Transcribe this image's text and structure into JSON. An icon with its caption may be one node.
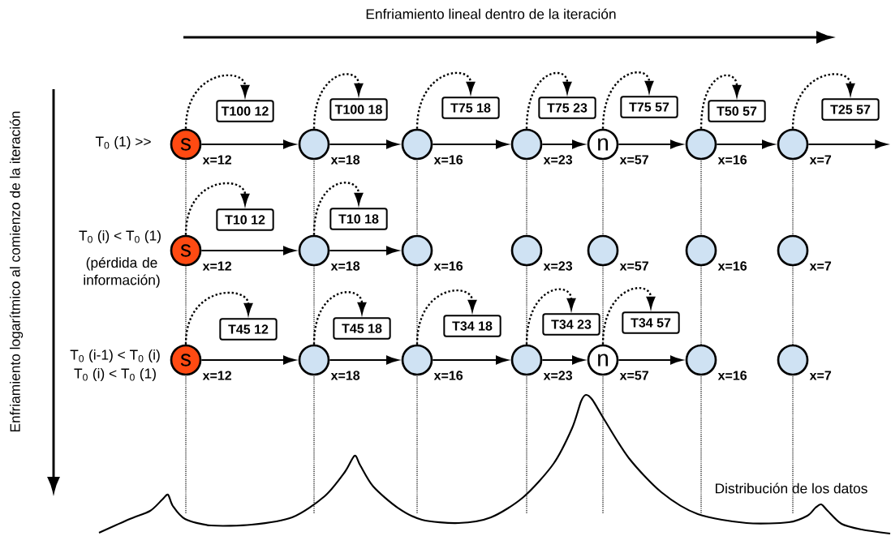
{
  "diagram": {
    "nodes": [
      {
        "text": [
          "T100 12"
        ]
      },
      {
        "text": [
          "T100 18"
        ]
      },
      {
        "text": [
          "T75 18"
        ]
      },
      {
        "text": [
          "T75 23"
        ]
      },
      {
        "text": [
          "T75 57"
        ]
      },
      {
        "text": [
          "T50 57"
        ]
      },
      {
        "text": [
          "T25 57"
        ]
      },
      {
        "text": [
          "s"
        ],
        "beside": [
          "x=12"
        ]
      },
      {
        "text": [],
        "shape": "circle",
        "beside": [
          "x=18"
        ]
      },
      {
        "text": [],
        "shape": "circle",
        "beside": [
          "x=16"
        ]
      },
      {
        "text": [],
        "shape": "circle",
        "beside": [
          "x=23"
        ]
      },
      {
        "text": [
          "n"
        ],
        "beside": [
          "x=57"
        ]
      },
      {
        "text": [],
        "shape": "circle",
        "beside": [
          "x=16"
        ]
      },
      {
        "text": [],
        "shape": "circle",
        "beside": [
          "x=7"
        ]
      },
      {
        "text": [
          "T10 12"
        ]
      },
      {
        "text": [
          "T10 18"
        ]
      },
      {
        "text": [
          "s"
        ],
        "beside": [
          "x=12"
        ]
      },
      {
        "text": [],
        "shape": "circle",
        "beside": [
          "x=18"
        ]
      },
      {
        "text": [],
        "shape": "circle",
        "beside": [
          "x=16"
        ]
      },
      {
        "text": [],
        "shape": "circle",
        "beside": [
          "x=23"
        ]
      },
      {
        "text": [],
        "shape": "circle",
        "beside": [
          "x=57"
        ]
      },
      {
        "text": [],
        "shape": "circle",
        "beside": [
          "x=16"
        ]
      },
      {
        "text": [],
        "shape": "circle",
        "beside": [
          "x=7"
        ]
      },
      {
        "text": [
          "T45 12"
        ]
      },
      {
        "text": [
          "T45 18"
        ]
      },
      {
        "text": [
          "T34 18"
        ]
      },
      {
        "text": [
          "T34 23"
        ]
      },
      {
        "text": [
          "T34 57"
        ]
      },
      {
        "text": [
          "s"
        ],
        "beside": [
          "x=12"
        ]
      },
      {
        "text": [],
        "shape": "circle",
        "beside": [
          "x=18"
        ]
      },
      {
        "text": [],
        "shape": "circle",
        "beside": [
          "x=16"
        ]
      },
      {
        "text": [],
        "shape": "circle",
        "beside": [
          "x=23"
        ]
      },
      {
        "text": [
          "n"
        ],
        "beside": [
          "x=57"
        ]
      },
      {
        "text": [],
        "shape": "circle",
        "beside": [
          "x=16"
        ]
      },
      {
        "text": [],
        "shape": "circle",
        "beside": [
          "x=7"
        ]
      }
    ],
    "edges": [
      {
        "from": 7,
        "to": 0,
        "arrow": "to",
        "style": "dashed"
      },
      {
        "from": 8,
        "to": 1,
        "arrow": "to",
        "style": "dashed"
      },
      {
        "from": 9,
        "to": 2,
        "arrow": "to",
        "style": "dashed"
      },
      {
        "from": 10,
        "to": 3,
        "arrow": "to",
        "style": "dashed"
      },
      {
        "from": 11,
        "to": 4,
        "arrow": "to",
        "style": "dashed"
      },
      {
        "from": 12,
        "to": 5,
        "arrow": "to",
        "style": "dashed"
      },
      {
        "from": 13,
        "to": 6,
        "arrow": "to",
        "style": "dashed"
      },
      {
        "from": 7,
        "to": 8,
        "arrow": "to"
      },
      {
        "from": 8,
        "to": 9,
        "arrow": "to"
      },
      {
        "from": 9,
        "to": 10,
        "arrow": "to"
      },
      {
        "from": 10,
        "to": 11,
        "arrow": "to"
      },
      {
        "from": 11,
        "to": 12,
        "arrow": "to"
      },
      {
        "from": 12,
        "to": 13,
        "arrow": "to"
      },
      {
        "from": 13,
        "to": null,
        "arrow": "to"
      },
      {
        "from": 16,
        "to": 14,
        "arrow": "to",
        "style": "dashed"
      },
      {
        "from": 17,
        "to": 15,
        "arrow": "to",
        "style": "dashed"
      },
      {
        "from": 16,
        "to": 17,
        "arrow": "to"
      },
      {
        "from": 17,
        "to": 18,
        "arrow": "to"
      },
      {
        "from": 28,
        "to": 23,
        "arrow": "to",
        "style": "dashed"
      },
      {
        "from": 29,
        "to": 24,
        "arrow": "to",
        "style": "dashed"
      },
      {
        "from": 30,
        "to": 25,
        "arrow": "to",
        "style": "dashed"
      },
      {
        "from": 31,
        "to": 26,
        "arrow": "to",
        "style": "dashed"
      },
      {
        "from": 32,
        "to": 27,
        "arrow": "to",
        "style": "dashed"
      },
      {
        "from": 28,
        "to": 29,
        "arrow": "to"
      },
      {
        "from": 29,
        "to": 30,
        "arrow": "to"
      },
      {
        "from": 30,
        "to": 31,
        "arrow": "to"
      },
      {
        "from": 31,
        "to": 32,
        "arrow": "to"
      },
      {
        "from": 32,
        "to": 33,
        "arrow": "to"
      }
    ],
    "labels": [
      "Enfriamiento lineal dentro de la iteración",
      "Enfriamiento logarítmico al comienzo de la iteración",
      "T$_{0}$ (1) >>",
      "T$_{0}$ (i) < T$_{0}$ (1)",
      "(pérdida de información)",
      "T$_{0}$ (i-1) < T$_{0}$ (i)",
      "T$_{0}$ (i) < T$_{0}$ (1)",
      "Distribución de los datos"
    ]
  }
}
